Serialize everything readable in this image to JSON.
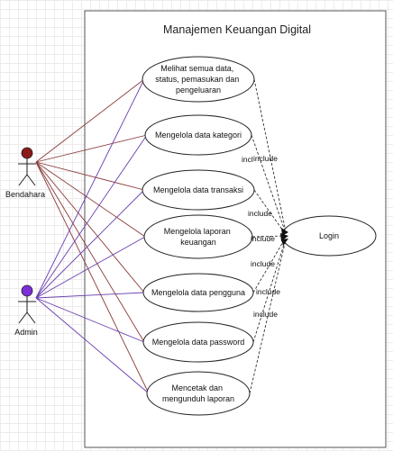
{
  "system": {
    "title": "Manajemen Keuangan Digital"
  },
  "actors": [
    {
      "id": "bendahara",
      "label": "Bendahara",
      "color": "#8b1a1a"
    },
    {
      "id": "admin",
      "label": "Admin",
      "color": "#7b2fd6"
    }
  ],
  "use_cases": [
    {
      "id": "uc1",
      "lines": [
        "Melihat semua data,",
        "status, pemasukan dan",
        "pengeluaran"
      ]
    },
    {
      "id": "uc2",
      "lines": [
        "Mengelola data kategori"
      ]
    },
    {
      "id": "uc3",
      "lines": [
        "Mengelola data transaksi"
      ]
    },
    {
      "id": "uc4",
      "lines": [
        "Mengelola laporan",
        "keuangan"
      ]
    },
    {
      "id": "uc5",
      "lines": [
        "Mengelola data pengguna"
      ]
    },
    {
      "id": "uc6",
      "lines": [
        "Mengelola data password"
      ]
    },
    {
      "id": "uc7",
      "lines": [
        "Mencetak dan",
        "mengunduh laporan"
      ]
    }
  ],
  "login": {
    "label": "Login"
  },
  "include_labels": [
    "incl",
    "include",
    "include",
    "include",
    "include",
    "include",
    "include"
  ],
  "association_colors": {
    "bendahara": "#8b3a3a",
    "admin": "#6a3fae"
  },
  "include_line_color": "#333333"
}
